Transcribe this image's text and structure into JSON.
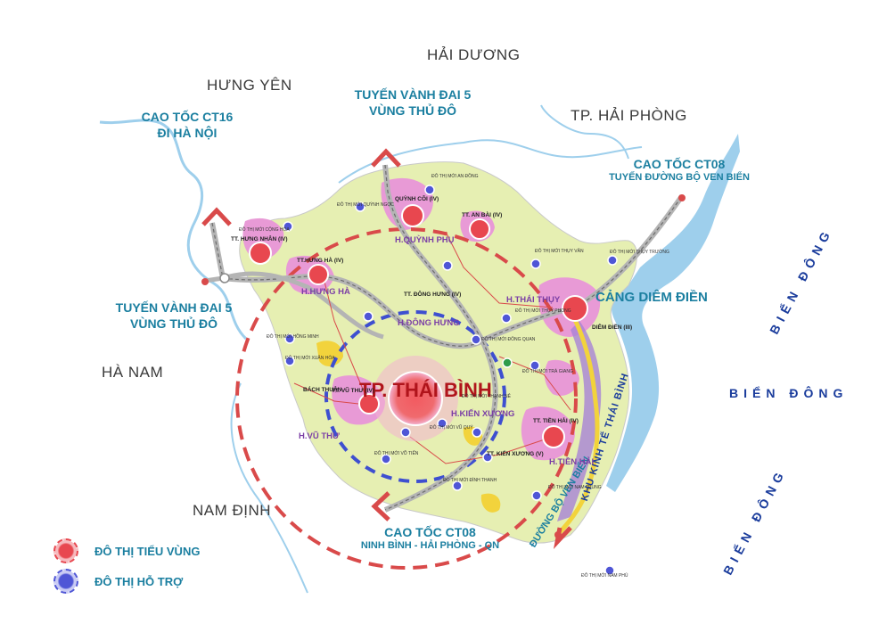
{
  "provinces": {
    "hai_duong": "HẢI DƯƠNG",
    "hung_yen": "HƯNG YÊN",
    "hai_phong": "TP. HẢI PHÒNG",
    "ha_nam": "HÀ NAM",
    "nam_dinh": "NAM ĐỊNH"
  },
  "roads": {
    "ct16_line1": "CAO TỐC CT16",
    "ct16_line2": "ĐI HÀ NỘI",
    "ring5_top_line1": "TUYẾN VÀNH ĐAI 5",
    "ring5_top_line2": "VÙNG THỦ ĐÔ",
    "ring5_left_line1": "TUYẾN VÀNH ĐAI 5",
    "ring5_left_line2": "VÙNG THỦ ĐÔ",
    "ct08_ne_line1": "CAO TỐC CT08",
    "ct08_ne_line2": "TUYẾN ĐƯỜNG BỘ VEN BIỂN",
    "ct08_s_line1": "CAO TỐC CT08",
    "ct08_s_line2": "NINH BÌNH - HẢI PHÒNG - QN",
    "coastal": "ĐƯỜNG BỘ VEN BIỂN"
  },
  "sea": {
    "east_center": "BIỂN ĐÔNG",
    "east_top": "BIỂN ĐÔNG",
    "east_bottom": "BIỂN ĐÔNG"
  },
  "main_city": "TP. THÁI BÌNH",
  "port": "CẢNG DIÊM ĐIỀN",
  "economic_zone": "KHU KINH TẾ THÁI BÌNH",
  "districts": {
    "quynh_phu": "H.QUỲNH PHỤ",
    "hung_ha": "H.HƯNG HÀ",
    "dong_hung": "H.ĐÔNG HƯNG",
    "thai_thuy": "H.THÁI THỤY",
    "kien_xuong": "H.KIẾN XƯƠNG",
    "vu_thu": "H.VŨ THƯ",
    "tien_hai": "H.TIỀN HẢI"
  },
  "towns": {
    "quynh_coi": "QUỲNH CÔI (IV)",
    "an_bai": "TT. AN BÀI (IV)",
    "hung_nhan": "TT. HƯNG NHÂN (IV)",
    "hung_ha": "TT.HƯNG HÀ (IV)",
    "dong_hung": "TT. ĐÔNG HƯNG (IV)",
    "diem_dien": "DIÊM ĐIỀN (III)",
    "vu_thu": "TT. VŨ THƯ (IV)",
    "tien_hai": "TT. TIỀN HẢI (IV)",
    "kien_xuong": "TT. KIẾN XƯƠNG (V)",
    "bach_thuan": "BÁCH THUẬN"
  },
  "small_labels": {
    "an_dong": "ĐÔ THỊ MỚI AN ĐỒNG",
    "quynh_ngoc": "ĐÔ THỊ MỚI QUỲNH NGỌC",
    "cong_hoa": "ĐÔ THỊ MỚI CỘNG HÒA",
    "thuy_van": "ĐÔ THỊ MỚI THỤY VĂN",
    "thuy_truong": "ĐÔ THỊ MỚI THỤY TRƯỜNG",
    "thuy_phong": "ĐÔ THỊ MỚI THỤY PHONG",
    "dong_quan": "ĐÔ THỊ MỚI ĐÔNG QUAN",
    "hong_minh": "ĐÔ THỊ MỚI HỒNG MINH",
    "xuan_hoa": "ĐÔ THỊ MỚI XUÂN HÒA",
    "tra_giang": "ĐÔ THỊ MỚI TRÀ GIANG",
    "thanh_nam": "ĐÔ THỊ MỚI THANH NÊ",
    "vu_quy": "ĐÔ THỊ MỚI VŨ QUÝ",
    "vo_tien": "ĐÔ THỊ MỚI VÕ TIẾN",
    "dinh_thanh": "ĐÔ THỊ MỚI ĐÌNH THANH",
    "nam_trung": "ĐÔ THỊ MỚI NAM TRUNG",
    "nam_phu": "ĐÔ THỊ MỚI NAM PHÚ"
  },
  "legend": [
    {
      "label": "ĐÔ THỊ TIỂU VÙNG",
      "color": "#e8474f"
    },
    {
      "label": "ĐÔ THỊ HỖ TRỢ",
      "color": "#4f56d6"
    }
  ],
  "colors": {
    "land": "#e6efb2",
    "water": "#9ecfec",
    "urban_pink": "#e89ad6",
    "regional_node": "#e8474f",
    "support_node": "#4f56d6",
    "outer_ring": "#d94a4a",
    "inner_ring": "#3e4fd0",
    "expressway": "#b4b4b4",
    "economic_zone": "#a883d6"
  }
}
